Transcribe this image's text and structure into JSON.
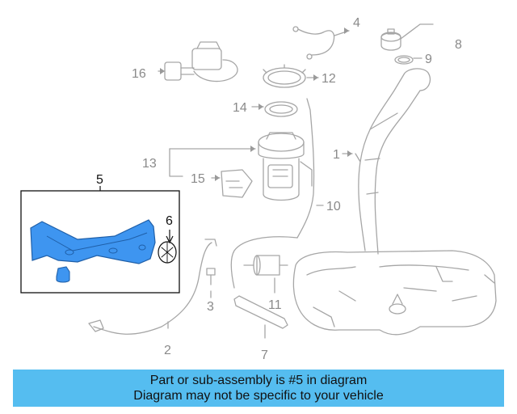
{
  "callouts": {
    "n1": "1",
    "n2": "2",
    "n3": "3",
    "n4": "4",
    "n5": "5",
    "n6": "6",
    "n7": "7",
    "n8": "8",
    "n9": "9",
    "n10": "10",
    "n11": "11",
    "n12": "12",
    "n13": "13",
    "n14": "14",
    "n15": "15",
    "n16": "16"
  },
  "banner": {
    "line1": "Part or sub-assembly is #5 in diagram",
    "line2": "Diagram may not be specific to your vehicle"
  },
  "colors": {
    "banner_bg": "#55bdf0",
    "highlight_part": "#3e95f0",
    "line_art": "#9a9a9a"
  }
}
